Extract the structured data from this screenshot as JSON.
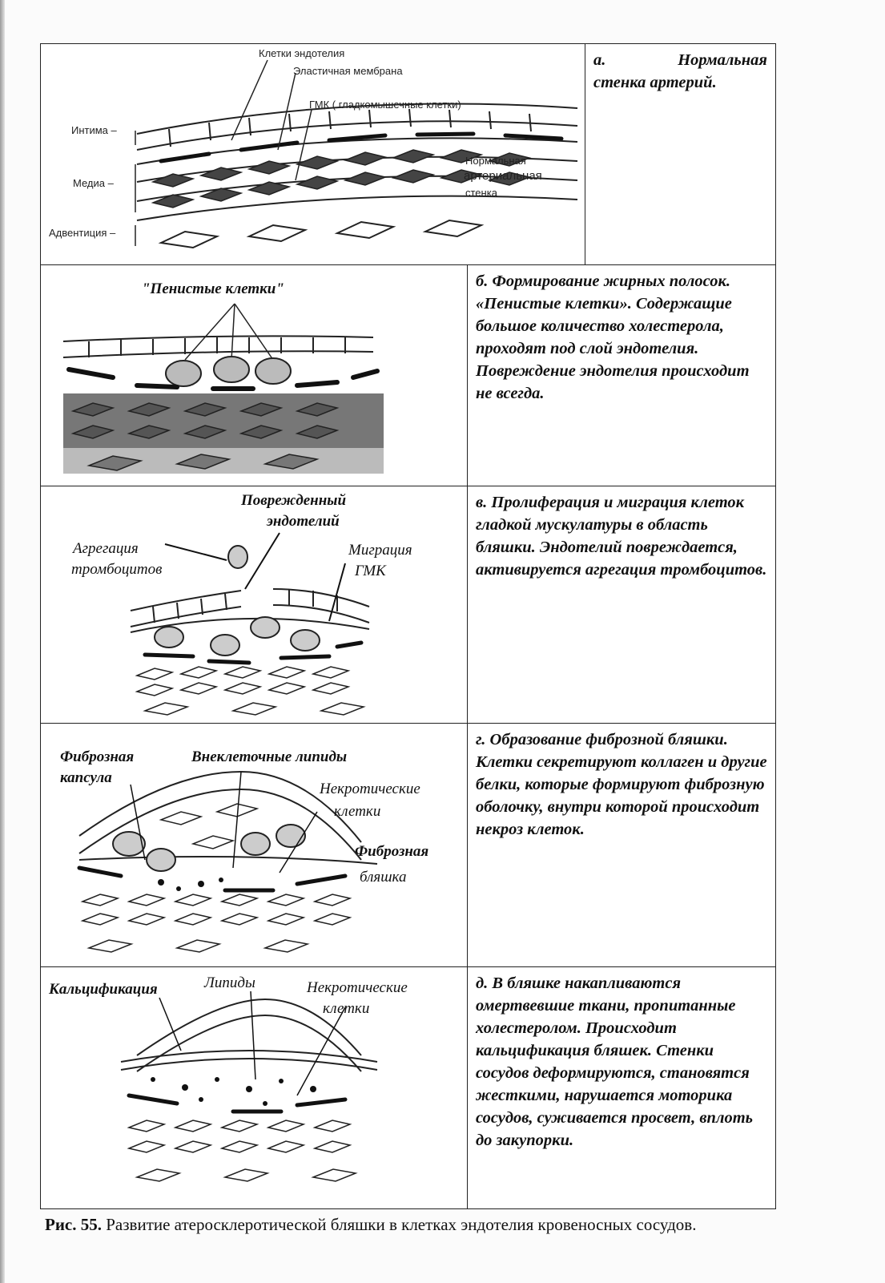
{
  "panels": [
    {
      "id": "a",
      "text_head": "а.",
      "text_head_rest": "Нормальная",
      "text_tail": "стенка артерий.",
      "labels": {
        "endothelium": "Клетки эндотелия",
        "membrane": "Эластичная мембрана",
        "smc": "ГМК  ( гладкомышечные клетки)",
        "intima": "Интима –",
        "media": "Медиа  –",
        "adventitia": "Адвентиция –",
        "normal_wall_1": "Нормальная",
        "normal_wall_2": "артериальная",
        "normal_wall_3": "стенка"
      }
    },
    {
      "id": "b",
      "text": "б. Формирование жирных полосок. «Пенистые клетки». Содержащие большое количество холестерола, проходят под слой эндотелия. Повреждение эндотелия происходит не всегда.",
      "labels": {
        "foam": "\"Пенистые клетки\""
      }
    },
    {
      "id": "v",
      "text": "в. Пролиферация и миграция клеток гладкой мускулатуры в область бляшки. Эндотелий повреждается, активируется агрегация тромбоцитов.",
      "labels": {
        "damaged_1": "Поврежденный",
        "damaged_2": "эндотелий",
        "aggregation_1": "Агрегация",
        "aggregation_2": "тромбоцитов",
        "migration_1": "Миграция",
        "migration_2": "ГМК"
      }
    },
    {
      "id": "g",
      "text": "г. Образование фиброзной бляшки. Клетки секретируют коллаген и другие белки, которые формируют фиброзную оболочку, внутри которой происходит некроз клеток.",
      "labels": {
        "capsule_1": "Фиброзная",
        "capsule_2": "капсула",
        "lipids": "Внеклеточные липиды",
        "necrotic_1": "Некротические",
        "necrotic_2": "клетки",
        "plaque_1": "Фиброзная",
        "plaque_2": "бляшка"
      }
    },
    {
      "id": "d",
      "text": "д. В бляшке накапливаются омертвевшие ткани, пропитанные холестеролом. Происходит кальцификация бляшек. Стенки сосудов деформируются, становятся жесткими, нарушается моторика сосудов, суживается просвет, вплоть до закупорки.",
      "labels": {
        "calc": "Кальцификация",
        "lipids": "Липиды",
        "necrotic_1": "Некротические",
        "necrotic_2": "клетки"
      }
    }
  ],
  "caption": {
    "prefix": "Рис. 55.",
    "text": " Развитие атеросклеротической бляшки в клетках эндотелия кровеносных сосудов."
  }
}
